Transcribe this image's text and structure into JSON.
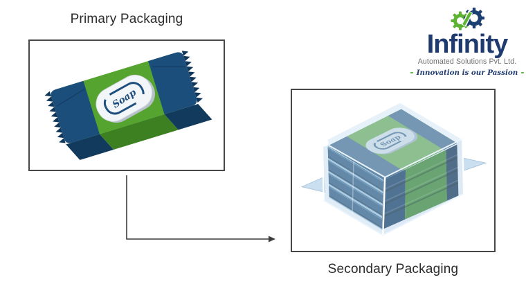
{
  "diagram": {
    "primary_label": "Primary Packaging",
    "secondary_label": "Secondary Packaging",
    "soap_label": "Soap",
    "flow": "primary-to-secondary-arrow"
  },
  "brand": {
    "name": "Infinity",
    "subtitle": "Automated Solutions Pvt. Ltd.",
    "tagline": "Innovation is our Passion"
  },
  "colors": {
    "brand_green": "#55b43b",
    "brand_navy": "#1e3a6f",
    "subtitle_gray": "#6d6e71",
    "wrap_green_top": "#55a42f",
    "wrap_green_side": "#3c8021",
    "wrap_navy_top": "#1c4e7c",
    "wrap_navy_side": "#123a5d",
    "shrink_film_blue": "#cde3f3",
    "arrow": "#3c3c3c",
    "frame_border": "#474747"
  }
}
